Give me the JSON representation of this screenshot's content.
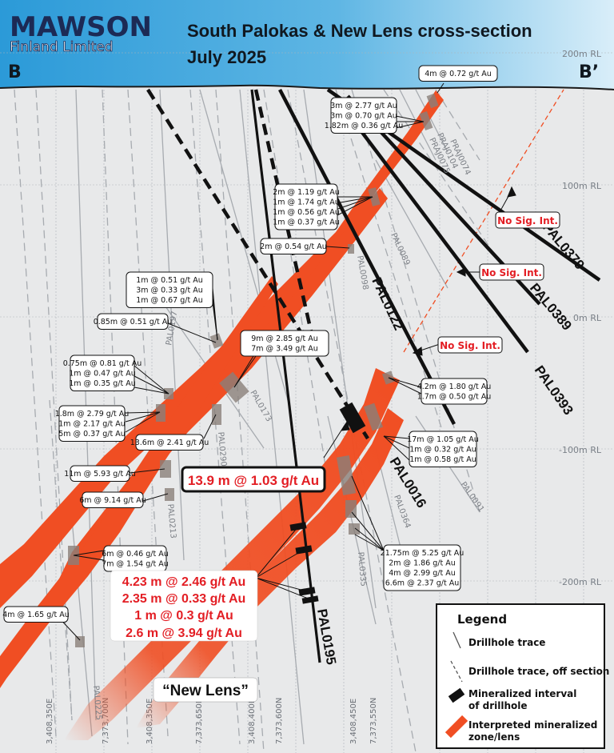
{
  "header": {
    "logo_main": "MAWSON",
    "logo_sub": "Finland Limited",
    "title_line1": "South Palokas & New Lens cross-section",
    "title_line2": "July 2025",
    "left_label": "B",
    "right_label": "B’"
  },
  "elevations": [
    "200m RL",
    "100m RL",
    "0m RL",
    "-100m RL",
    "-200m RL"
  ],
  "grid_labels": [
    "3,408,350E",
    "7,373,700N",
    "3,408,350E",
    "7,373,650N",
    "3,408,400E",
    "7,373,600N",
    "3,408,450E",
    "7,373,550N"
  ],
  "holes_major": [
    "PAL0379",
    "PAL0389",
    "PAL0393",
    "PAL0122",
    "PAL0016",
    "PAL0195"
  ],
  "holes_minor": [
    "PRAJ0074",
    "PRAJ0104",
    "PRAJ0075",
    "PAL0089",
    "PAL0098",
    "PAL0197",
    "PAL0173",
    "PAL0290",
    "PAL0213",
    "PAL0364",
    "PAL0091",
    "PAL0335",
    "PAL0225"
  ],
  "no_sig": "No Sig. Int.",
  "callouts": {
    "c1": [
      "4m @ 0.72 g/t Au"
    ],
    "c2": [
      "3m @ 2.77 g/t Au",
      "3m @ 0.70 g/t Au",
      "1.82m @ 0.36 g/t Au"
    ],
    "c3": [
      "2m @ 1.19 g/t Au",
      "1m @ 1.74 g/t Au",
      "1m @ 0.56 g/t Au",
      "1m @ 0.37 g/t Au"
    ],
    "c4": [
      "2m @ 0.54 g/t Au"
    ],
    "c5": [
      "1m @ 0.51 g/t Au",
      "3m @ 0.33 g/t Au",
      "1m @ 0.67 g/t Au"
    ],
    "c6": [
      "0.85m @ 0.51 g/t Au"
    ],
    "c7": [
      "9m @ 2.85 g/t Au",
      "7m @ 3.49 g/t Au"
    ],
    "c8": [
      "0.75m @ 0.81 g/t Au",
      "1m @ 0.47 g/t Au",
      "1m @ 0.35 g/t Au"
    ],
    "c9": [
      "1.8m @ 2.79 g/t Au",
      "1m @ 2.17 g/t Au",
      "5m @ 0.37 g/t Au"
    ],
    "c10": [
      "13.6m @ 2.41 g/t Au"
    ],
    "c11": [
      "4.2m @ 1.80 g/t Au",
      "1.7m @ 0.50 g/t Au"
    ],
    "c12": [
      "17m @ 1.05 g/t Au",
      "1m @ 0.32 g/t Au",
      "1m @ 0.58 g/t Au"
    ],
    "c13": [
      "11m @ 5.93 g/t Au"
    ],
    "c14": [
      "6m @ 9.14 g/t Au"
    ],
    "c15": [
      "6m @ 0.46 g/t Au",
      "7m @ 1.54 g/t Au"
    ],
    "c16": [
      "21.75m @ 5.25 g/t Au",
      "2m @ 1.86 g/t Au",
      "4m @ 2.99 g/t Au",
      "6.6m @ 2.37 g/t Au"
    ],
    "c17": [
      "4m @ 1.65 g/t Au"
    ]
  },
  "highlight_mid": "13.9 m @ 1.03 g/t Au",
  "highlight_big": [
    "4.23 m @ 2.46 g/t Au",
    "2.35 m @ 0.33 g/t Au",
    "1 m @ 0.3 g/t Au",
    "2.6 m @ 3.94 g/t Au"
  ],
  "new_lens": "“New Lens”",
  "legend": {
    "title": "Legend",
    "trace": "Drillhole trace",
    "trace_off": "Drillhole trace, off section",
    "interval_1": "Mineralized interval",
    "interval_2": "of drillhole",
    "zone_1": "Interpreted mineralized",
    "zone_2": "zone/lens"
  },
  "colors": {
    "header_blue": "#2b9ad8",
    "zone_red": "#f04e23",
    "highlight_red": "#e31e24",
    "grid_bg": "#e8e9ea",
    "logo_navy": "#1c2a55"
  }
}
